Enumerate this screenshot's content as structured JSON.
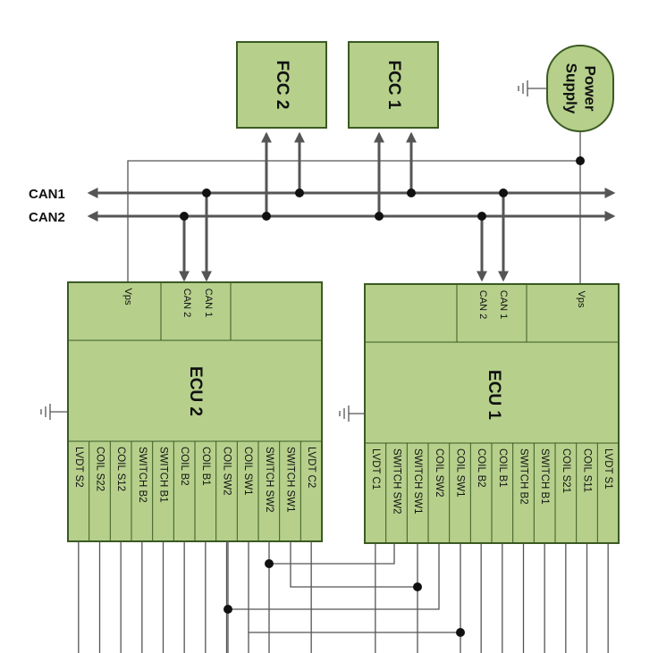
{
  "fcc2": {
    "label": "FCC 2"
  },
  "fcc1": {
    "label": "FCC 1"
  },
  "power_supply": {
    "label_line1": "Power",
    "label_line2": "Supply"
  },
  "buses": {
    "can1": "CAN1",
    "can2": "CAN2"
  },
  "ecu2": {
    "label": "ECU 2",
    "vps": "Vps",
    "can1": "CAN 1",
    "can2": "CAN 2",
    "pins": [
      "LVDT S2",
      "COIL S22",
      "COIL S12",
      "SWITCH B2",
      "SWITCH B1",
      "COIL B2",
      "COIL B1",
      "COIL SW2",
      "COIL SW1",
      "SWITCH SW2",
      "SWITCH SW1",
      "LVDT C2"
    ]
  },
  "ecu1": {
    "label": "ECU 1",
    "vps": "Vps",
    "can1": "CAN 1",
    "can2": "CAN 2",
    "pins": [
      "LVDT C1",
      "SWITCH SW2",
      "SWITCH SW1",
      "COIL SW2",
      "COIL SW1",
      "COIL B2",
      "COIL B1",
      "SWITCH B2",
      "SWITCH B1",
      "COIL S21",
      "COIL S11",
      "LVDT S1"
    ]
  }
}
